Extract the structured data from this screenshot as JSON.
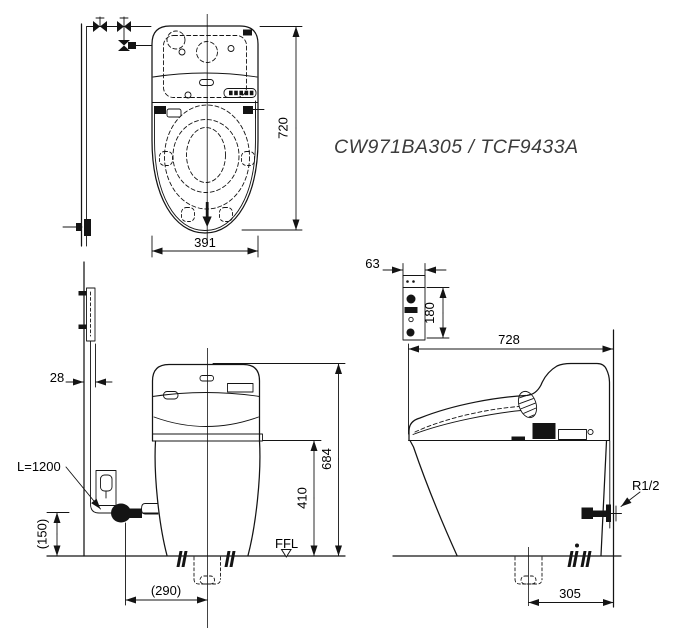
{
  "title": "CW971BA305 / TCF9433A",
  "colors": {
    "line": "#141414",
    "background": "#ffffff",
    "title_text": "#3c3c3c"
  },
  "top_view": {
    "height_dim": "720",
    "width_dim": "391"
  },
  "front_view": {
    "wall_offset_dim": "28",
    "cord_length_label": "L=1200",
    "outlet_height_dim": "(150)",
    "outlet_offset_dim": "(290)",
    "floor_level_label": "FFL",
    "seat_height_dim": "410",
    "total_height_dim": "684"
  },
  "side_view": {
    "supply_unit_width_dim": "63",
    "supply_unit_height_dim": "180",
    "depth_dim": "728",
    "water_thread_label": "R1/2",
    "rough_in_dim": "305"
  }
}
